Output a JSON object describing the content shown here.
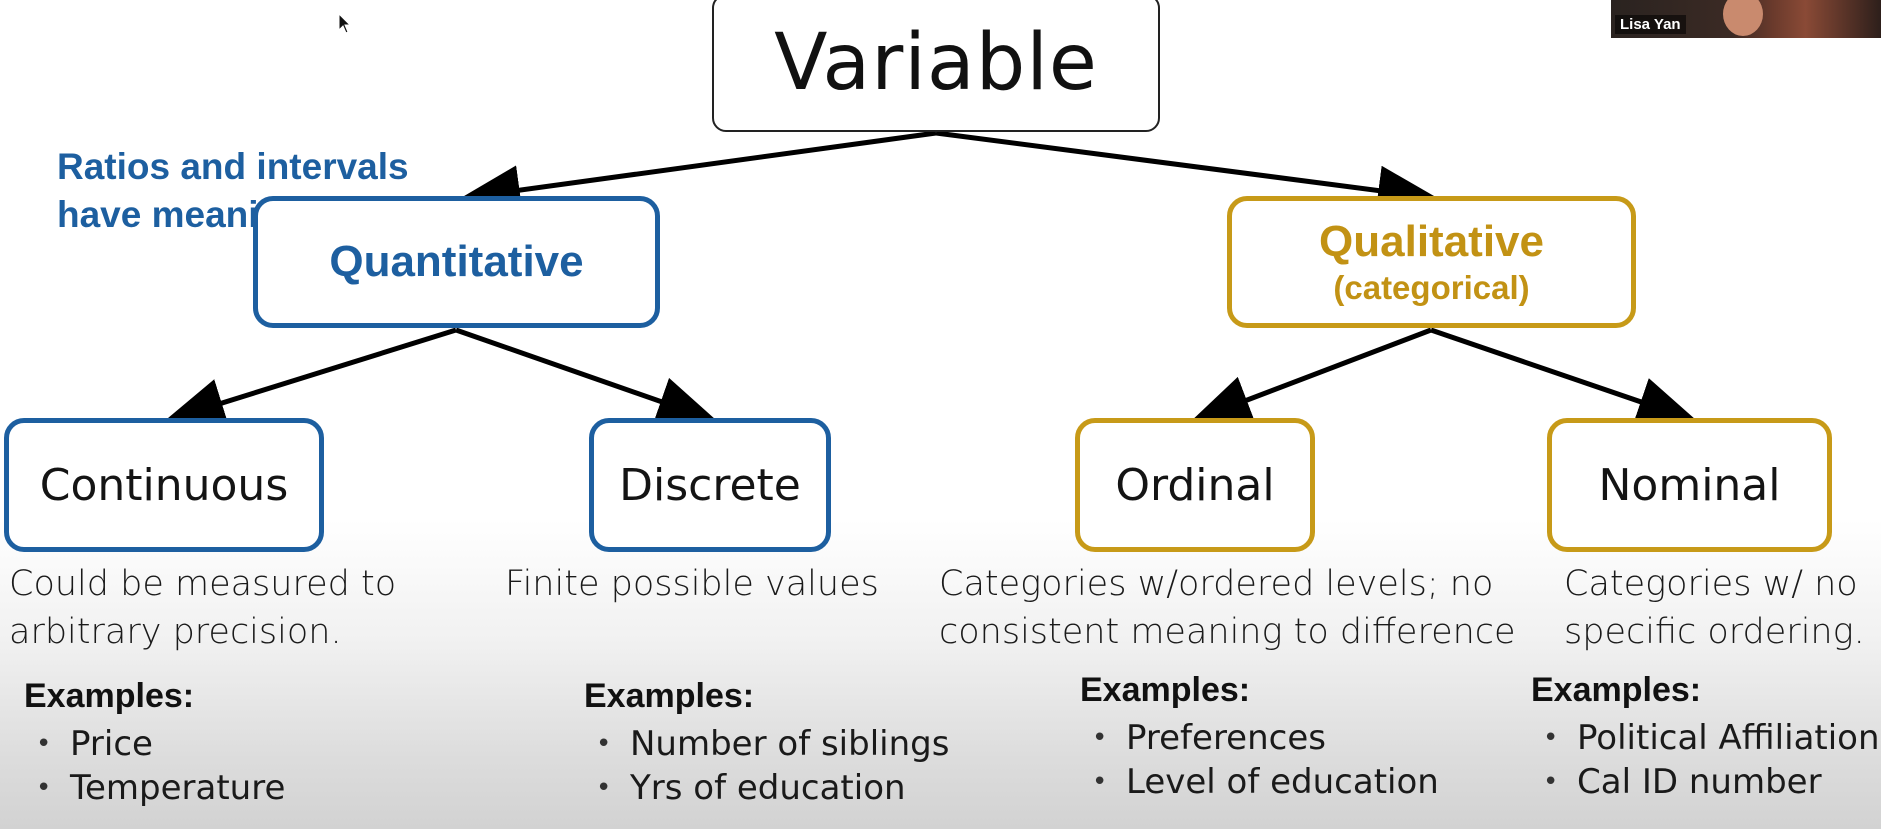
{
  "diagram": {
    "root": {
      "label": "Variable"
    },
    "side_note": "Ratios and intervals have meaning.",
    "quantitative": {
      "label": "Quantitative",
      "children": {
        "continuous": {
          "label": "Continuous",
          "description": [
            "Could be measured to",
            "arbitrary precision."
          ],
          "examples_heading": "Examples:",
          "examples": [
            "Price",
            "Temperature"
          ]
        },
        "discrete": {
          "label": "Discrete",
          "description": [
            "Finite possible values"
          ],
          "examples_heading": "Examples:",
          "examples": [
            "Number of siblings",
            "Yrs of education"
          ]
        }
      }
    },
    "qualitative": {
      "label": "Qualitative",
      "sublabel": "(categorical)",
      "children": {
        "ordinal": {
          "label": "Ordinal",
          "description": [
            "Categories w/ordered levels; no",
            "consistent meaning to difference"
          ],
          "examples_heading": "Examples:",
          "examples": [
            "Preferences",
            "Level of education"
          ]
        },
        "nominal": {
          "label": "Nominal",
          "description": [
            "Categories w/ no",
            "specific ordering."
          ],
          "examples_heading": "Examples:",
          "examples": [
            "Political Affiliation",
            "Cal ID number"
          ]
        }
      }
    }
  },
  "video": {
    "participant_name": "Lisa Yan"
  },
  "colors": {
    "quantitative": "#1d5fa0",
    "qualitative": "#c79a18",
    "root_border": "#222222",
    "arrow": "#000000"
  },
  "icons": {
    "cursor": "mouse-pointer-icon"
  }
}
